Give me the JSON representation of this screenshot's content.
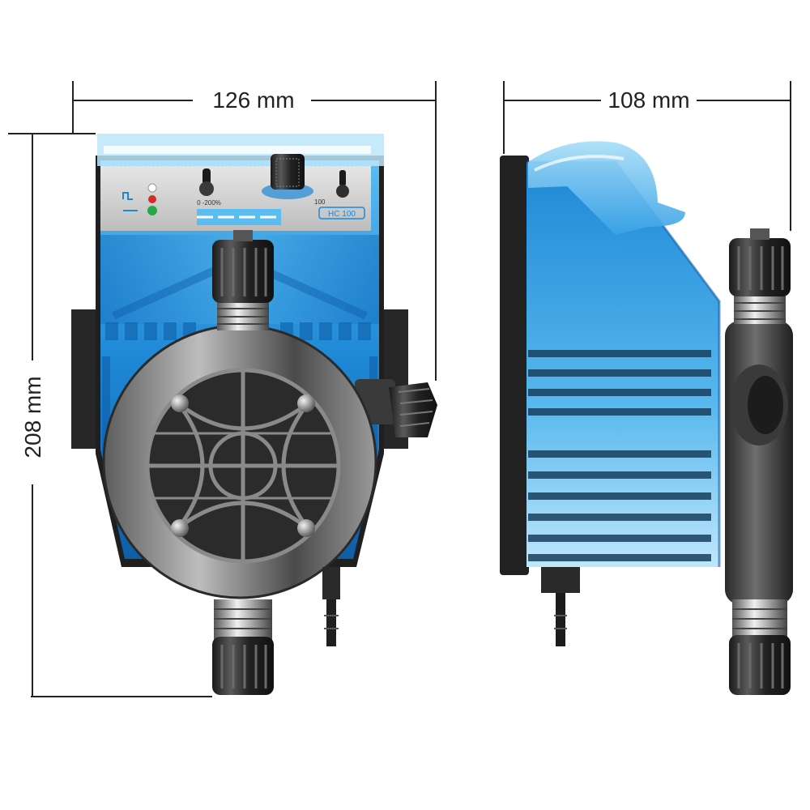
{
  "dimensions": {
    "front_width": "126 mm",
    "side_depth": "108 mm",
    "height": "208 mm"
  },
  "front_panel": {
    "label_low": "0 -200%",
    "label_high": "100",
    "model": "HC 100"
  },
  "colors": {
    "body_blue": "#1e88d6",
    "body_light_blue": "#6cc6f2",
    "dark_gray": "#2b2b2b",
    "mid_gray": "#7a7a7a",
    "light_gray": "#d8d8d8",
    "led_red": "#d22b2b",
    "led_green": "#2aa64a",
    "dimension": "#222222"
  }
}
